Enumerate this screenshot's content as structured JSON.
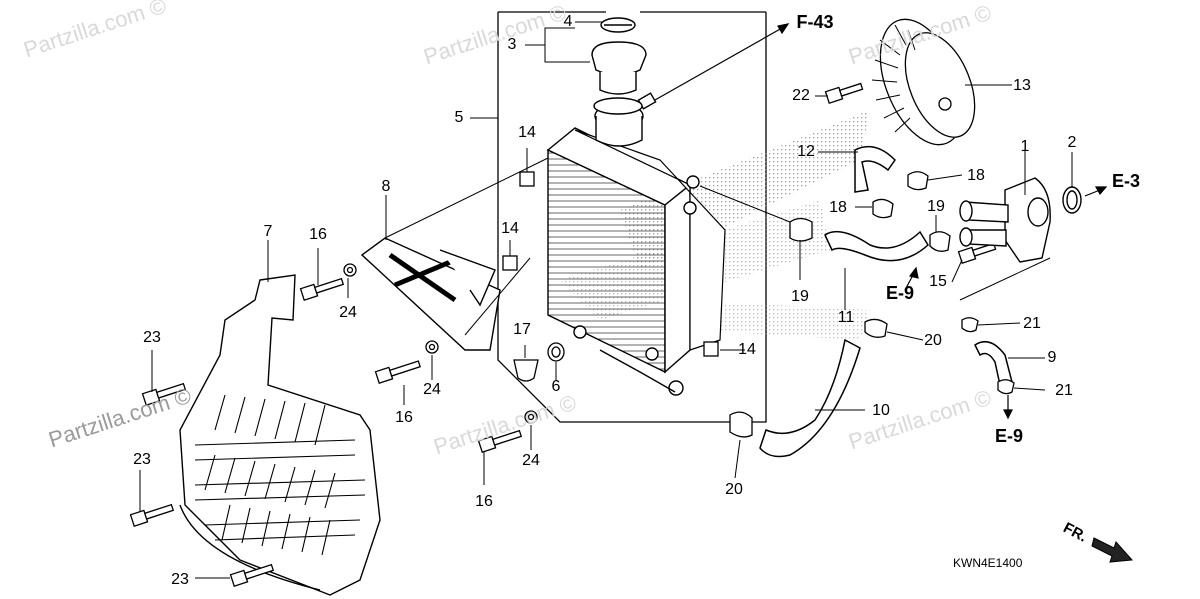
{
  "watermark": "Partzilla.com ©",
  "diagram_code": "KWN4E1400",
  "front_indicator": "FR.",
  "callouts": [
    {
      "id": "c4",
      "label": "4"
    },
    {
      "id": "c3",
      "label": "3"
    },
    {
      "id": "c5",
      "label": "5"
    },
    {
      "id": "c14a",
      "label": "14"
    },
    {
      "id": "c14b",
      "label": "14"
    },
    {
      "id": "c14c",
      "label": "14"
    },
    {
      "id": "c8",
      "label": "8"
    },
    {
      "id": "c7",
      "label": "7"
    },
    {
      "id": "c16a",
      "label": "16"
    },
    {
      "id": "c24a",
      "label": "24"
    },
    {
      "id": "c24b",
      "label": "24"
    },
    {
      "id": "c16b",
      "label": "16"
    },
    {
      "id": "c17",
      "label": "17"
    },
    {
      "id": "c6",
      "label": "6"
    },
    {
      "id": "c23a",
      "label": "23"
    },
    {
      "id": "c23b",
      "label": "23"
    },
    {
      "id": "c23c",
      "label": "23"
    },
    {
      "id": "c24c",
      "label": "24"
    },
    {
      "id": "c16c",
      "label": "16"
    },
    {
      "id": "c20a",
      "label": "20"
    },
    {
      "id": "c10",
      "label": "10"
    },
    {
      "id": "c11",
      "label": "11"
    },
    {
      "id": "c19a",
      "label": "19"
    },
    {
      "id": "c12",
      "label": "12"
    },
    {
      "id": "c22",
      "label": "22"
    },
    {
      "id": "c13",
      "label": "13"
    },
    {
      "id": "c18a",
      "label": "18"
    },
    {
      "id": "c18b",
      "label": "18"
    },
    {
      "id": "c19b",
      "label": "19"
    },
    {
      "id": "c15",
      "label": "15"
    },
    {
      "id": "c1",
      "label": "1"
    },
    {
      "id": "c2",
      "label": "2"
    },
    {
      "id": "c20b",
      "label": "20"
    },
    {
      "id": "c21a",
      "label": "21"
    },
    {
      "id": "c9",
      "label": "9"
    },
    {
      "id": "c21b",
      "label": "21"
    }
  ],
  "references": [
    {
      "id": "rF43",
      "label": "F-43"
    },
    {
      "id": "rE3",
      "label": "E-3"
    },
    {
      "id": "rE9a",
      "label": "E-9"
    },
    {
      "id": "rE9b",
      "label": "E-9"
    }
  ]
}
